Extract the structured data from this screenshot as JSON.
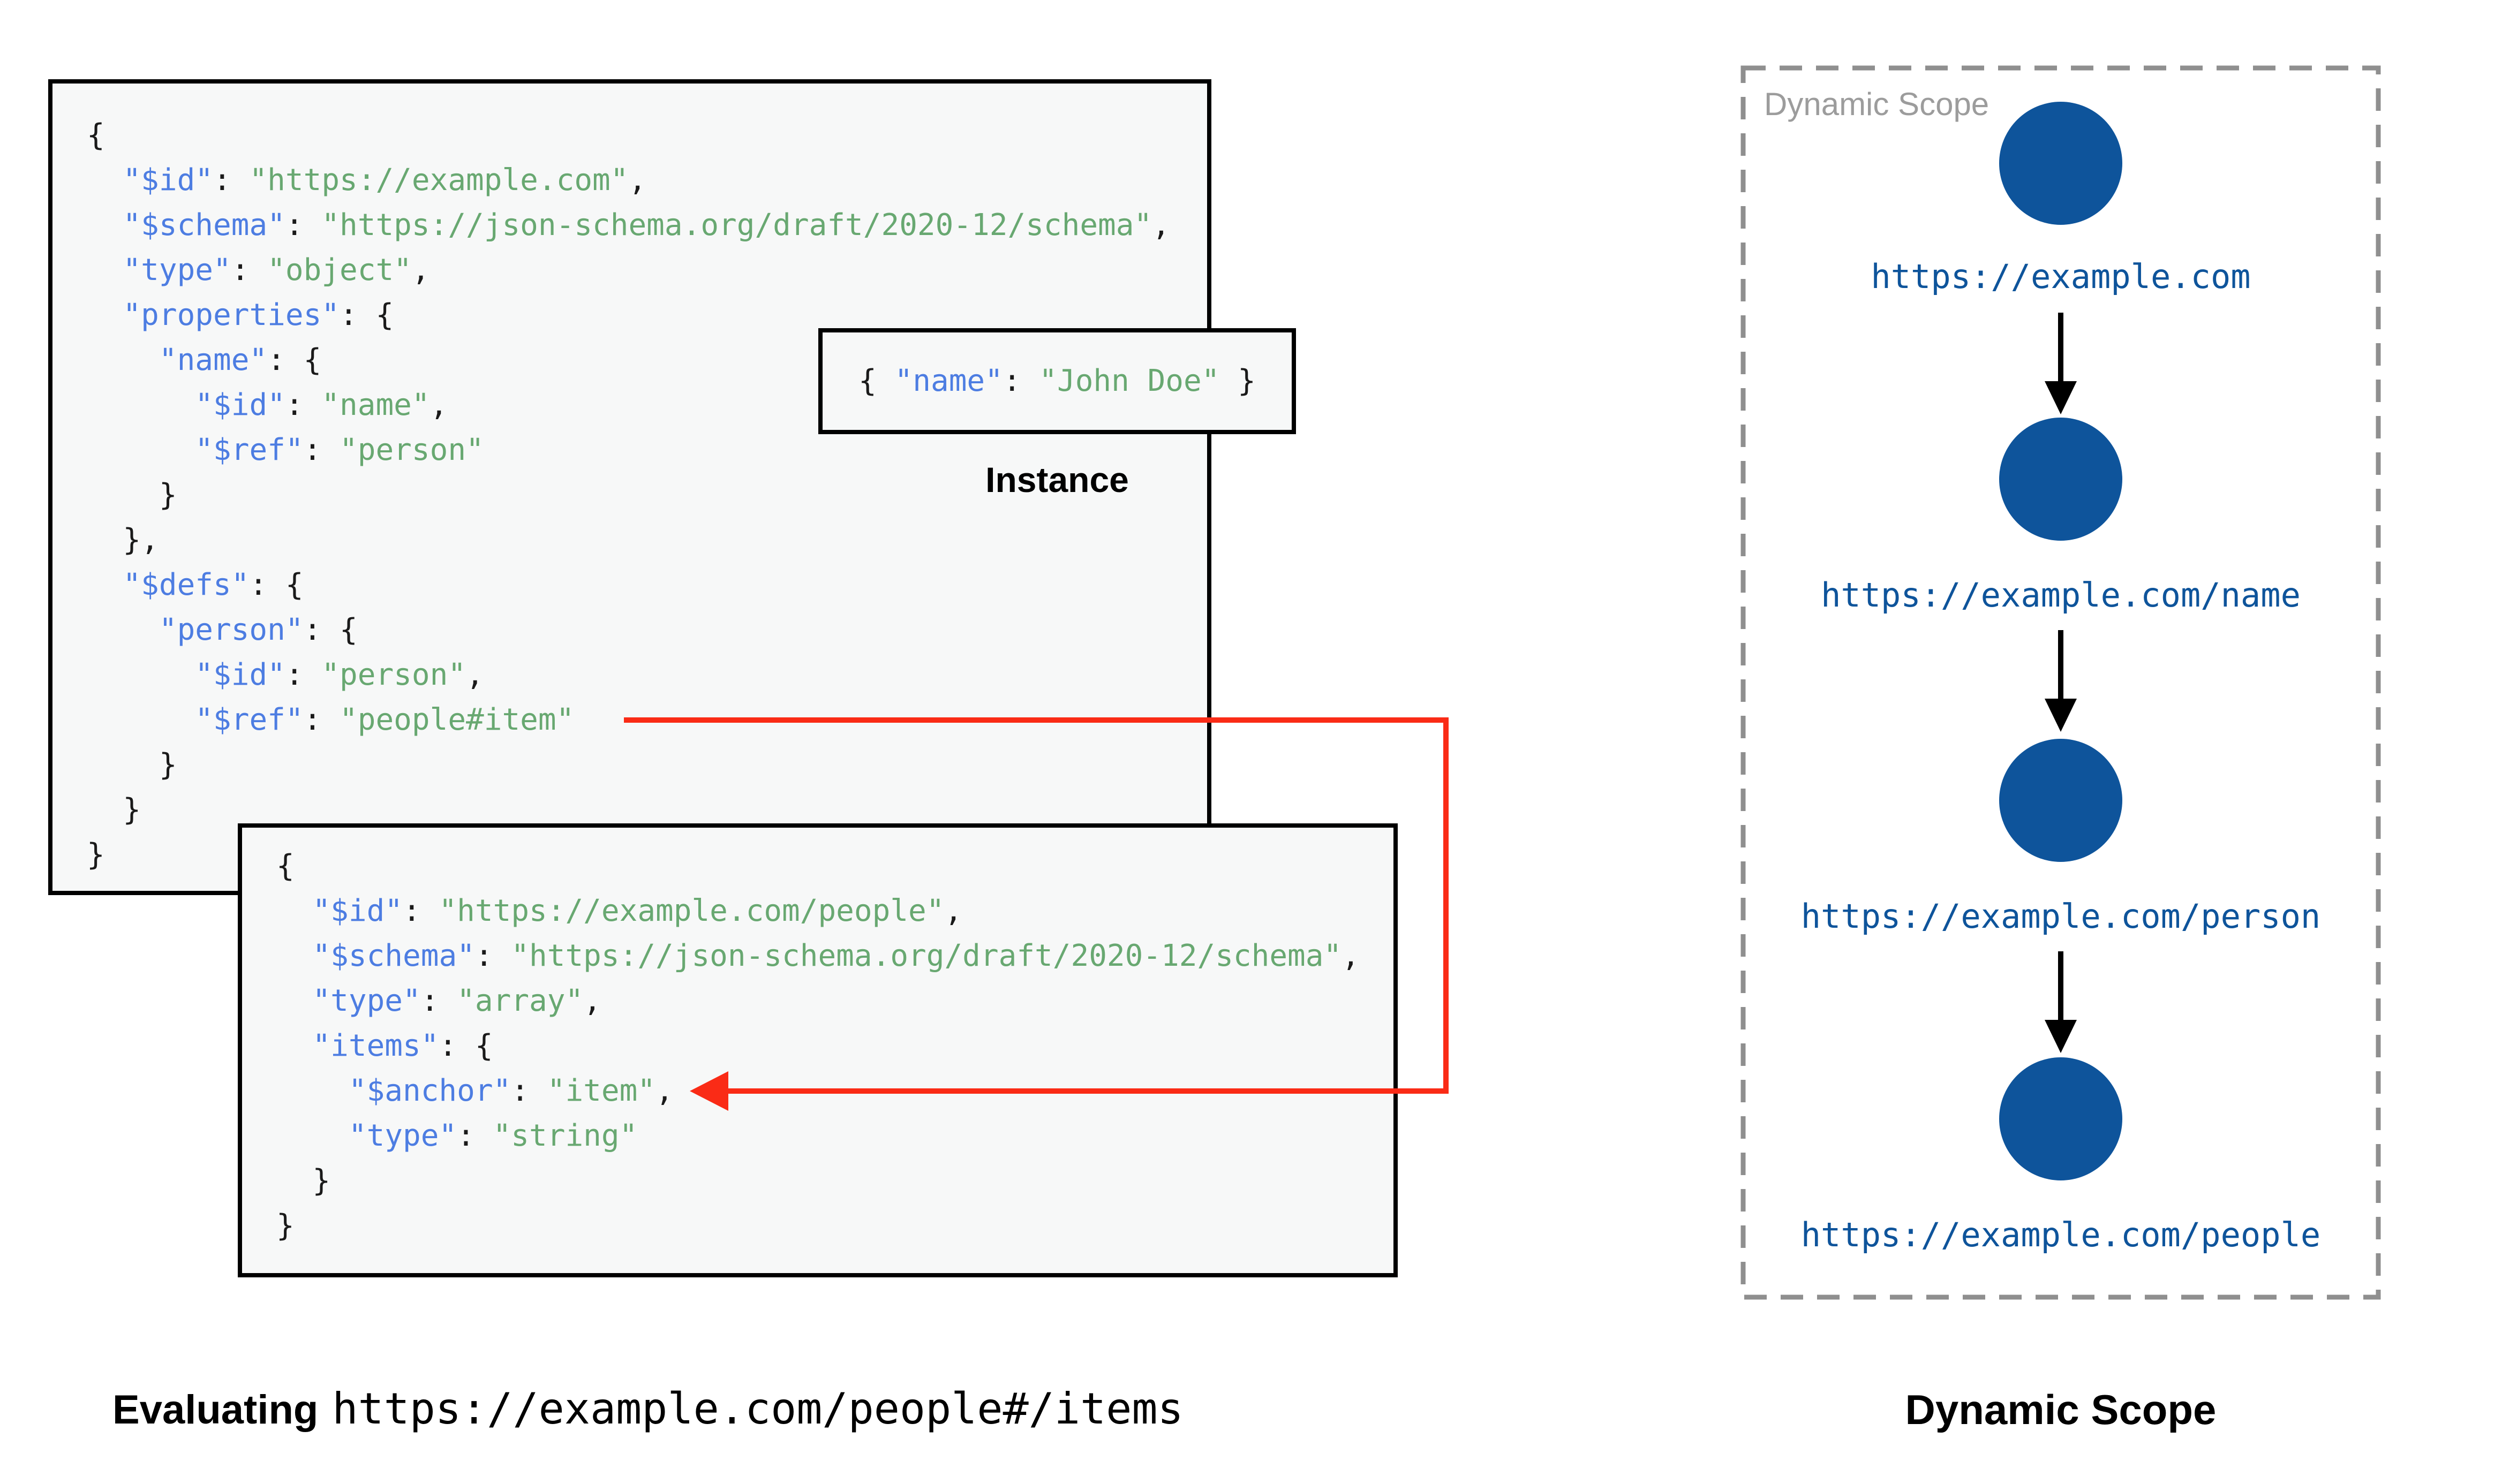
{
  "left_figure": {
    "root_schema": {
      "code_lines": [
        "{",
        "  \"$id\": \"https://example.com\",",
        "  \"$schema\": \"https://json-schema.org/draft/2020-12/schema\",",
        "  \"type\": \"object\",",
        "  \"properties\": {",
        "    \"name\": {",
        "      \"$id\": \"name\",",
        "      \"$ref\": \"person\"",
        "    }",
        "  },",
        "  \"$defs\": {",
        "    \"person\": {",
        "      \"$id\": \"person\",",
        "      \"$ref\": \"people#item\"",
        "    }",
        "  }",
        "}"
      ]
    },
    "instance": {
      "code_lines": [
        "{ \"name\": \"John Doe\" }"
      ],
      "label": "Instance"
    },
    "people_schema": {
      "code_lines": [
        "{",
        "  \"$id\": \"https://example.com/people\",",
        "  \"$schema\": \"https://json-schema.org/draft/2020-12/schema\",",
        "  \"type\": \"array\",",
        "  \"items\": {",
        "    \"$anchor\": \"item\",",
        "    \"type\": \"string\"",
        "  }",
        "}"
      ]
    },
    "caption": {
      "prefix": "Evaluating",
      "uri": "https://example.com/people#/items"
    }
  },
  "dynamic_scope": {
    "panel_label": "Dynamic Scope",
    "caption": "Dynamic Scope",
    "nodes": [
      {
        "url": "https://example.com"
      },
      {
        "url": "https://example.com/name"
      },
      {
        "url": "https://example.com/person"
      },
      {
        "url": "https://example.com/people"
      }
    ]
  },
  "colors": {
    "json_key": "#4d7de2",
    "json_string": "#68a871",
    "node_fill": "#0e549b",
    "url_text": "#0e549b",
    "ref_arrow": "#fa2b16",
    "panel_border": "#8f8f8f",
    "panel_label": "#9c9c9c",
    "code_bg": "#f7f8f8",
    "box_border": "#000000"
  }
}
